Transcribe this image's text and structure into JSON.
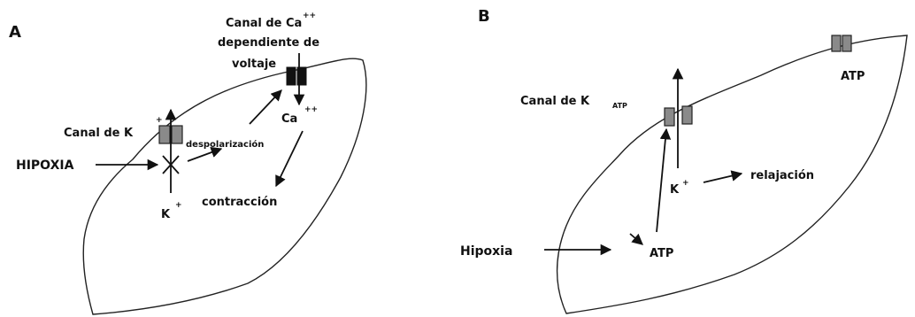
{
  "panel_a": {
    "letter": "A",
    "ca_channel_line1": "Canal de Ca",
    "ca_channel_sup": "++",
    "ca_channel_line2": "dependiente de",
    "ca_channel_line3": "voltaje",
    "k_channel": "Canal de K",
    "k_channel_sup": "+",
    "depolarization": "despolarización",
    "ca_ion": "Ca",
    "ca_ion_sup": "++",
    "hypoxia": "HIPOXIA",
    "k_ion": "K",
    "k_ion_sup": "+",
    "contraction": "contracción"
  },
  "panel_b": {
    "letter": "B",
    "katp_channel": "Canal de K",
    "katp_sub": "ATP",
    "atp_membrane": "ATP",
    "k_ion": "K",
    "k_ion_sup": "+",
    "relaxation": "relajación",
    "hypoxia": "Hipoxia",
    "atp": "ATP"
  }
}
